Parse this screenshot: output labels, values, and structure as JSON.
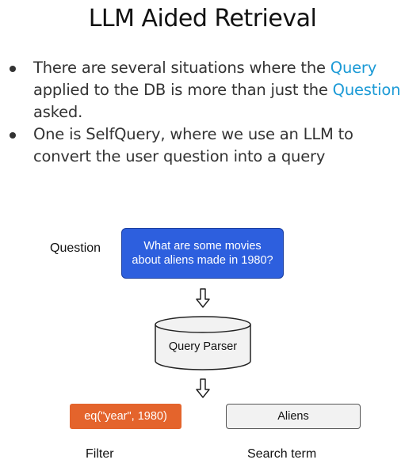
{
  "slide": {
    "title": "LLM Aided Retrieval",
    "bullets": [
      {
        "parts": [
          {
            "text": "There are several situations where the ",
            "highlight": false
          },
          {
            "text": "Query",
            "highlight": true
          },
          {
            "text": " applied to the DB is more than just the ",
            "highlight": false
          },
          {
            "text": "Question",
            "highlight": true
          },
          {
            "text": " asked.",
            "highlight": false
          }
        ]
      },
      {
        "parts": [
          {
            "text": "One is SelfQuery, where we use an LLM to convert the user question into a query",
            "highlight": false
          }
        ]
      }
    ]
  },
  "diagram": {
    "question_label": "Question",
    "question_text": "What are some movies about aliens made in 1980?",
    "parser_label": "Query Parser",
    "filter_text": "eq(\"year\", 1980)",
    "filter_label": "Filter",
    "search_term_text": "Aliens",
    "search_term_label": "Search term"
  },
  "colors": {
    "highlight": "#1b9ad6",
    "question_box": "#2d5fde",
    "filter_box": "#e4642c",
    "search_term_box": "#f2f2f2"
  }
}
